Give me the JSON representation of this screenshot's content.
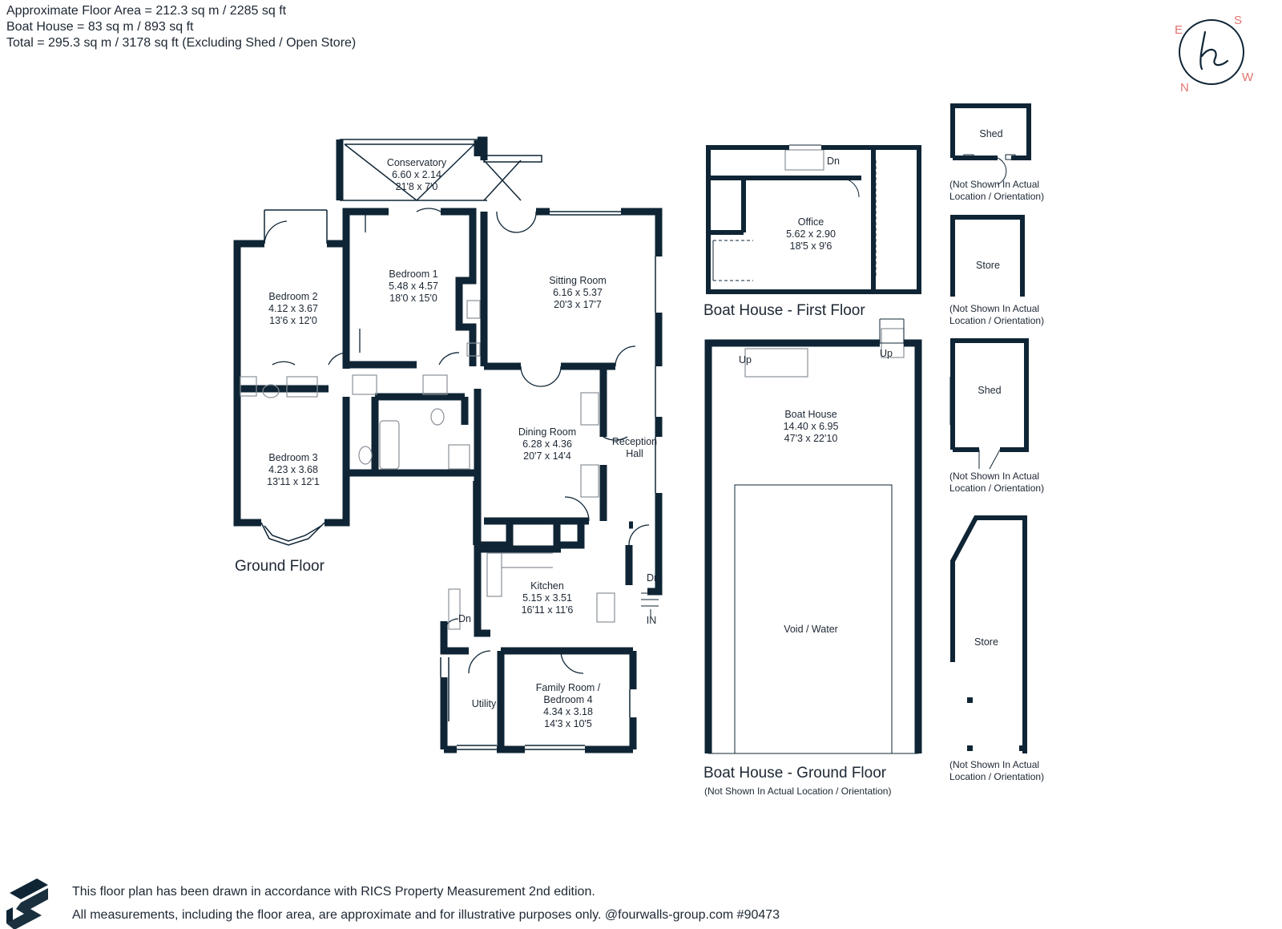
{
  "areas": {
    "line1": "Approximate Floor Area = 212.3 sq m / 2285 sq ft",
    "line2": "Boat House = 83 sq m / 893 sq ft",
    "line3": "Total = 295.3 sq m / 3178 sq ft (Excluding Shed / Open Store)"
  },
  "compass": {
    "e": "E",
    "s": "S",
    "w": "W",
    "n": "N"
  },
  "rooms": {
    "conservatory": {
      "name": "Conservatory",
      "metric": "6.60 x 2.14",
      "imperial": "21'8 x 7'0"
    },
    "bedroom1": {
      "name": "Bedroom 1",
      "metric": "5.48 x 4.57",
      "imperial": "18'0 x 15'0"
    },
    "bedroom2": {
      "name": "Bedroom 2",
      "metric": "4.12 x 3.67",
      "imperial": "13'6 x 12'0"
    },
    "bedroom3": {
      "name": "Bedroom 3",
      "metric": "4.23 x 3.68",
      "imperial": "13'11 x 12'1"
    },
    "sitting": {
      "name": "Sitting Room",
      "metric": "6.16 x 5.37",
      "imperial": "20'3 x 17'7"
    },
    "dining": {
      "name": "Dining Room",
      "metric": "6.28 x 4.36",
      "imperial": "20'7 x 14'4"
    },
    "reception": {
      "line1": "Reception",
      "line2": "Hall"
    },
    "kitchen": {
      "name": "Kitchen",
      "metric": "5.15 x 3.51",
      "imperial": "16'11 x 11'6"
    },
    "family": {
      "line1": "Family Room /",
      "line2": "Bedroom 4",
      "metric": "4.34 x 3.18",
      "imperial": "14'3 x 10'5"
    },
    "utility": {
      "name": "Utility"
    },
    "office": {
      "name": "Office",
      "metric": "5.62 x 2.90",
      "imperial": "18'5 x 9'6"
    },
    "boathouse": {
      "name": "Boat House",
      "metric": "14.40 x 6.95",
      "imperial": "47'3 x 22'10"
    },
    "void": {
      "name": "Void / Water"
    }
  },
  "markers": {
    "dn": "Dn",
    "up": "Up",
    "in": "IN"
  },
  "floors": {
    "ground": "Ground Floor",
    "boat_first": "Boat House - First Floor",
    "boat_ground": "Boat House - Ground Floor",
    "boat_ground_note": "(Not Shown In Actual Location / Orientation)"
  },
  "outbuildings": {
    "shed": "Shed",
    "store": "Store",
    "note1": "(Not Shown In Actual",
    "note2": "Location / Orientation)"
  },
  "footer": {
    "line1": "This floor plan has been drawn in accordance with RICS Property Measurement 2nd edition.",
    "line2": "All measurements, including the floor area, are approximate and for illustrative purposes only. @fourwalls-group.com #90473"
  },
  "colors": {
    "wall": "#0f2535",
    "text": "#1d2733",
    "compass": "#e0756f",
    "fixture": "#8a9198"
  }
}
